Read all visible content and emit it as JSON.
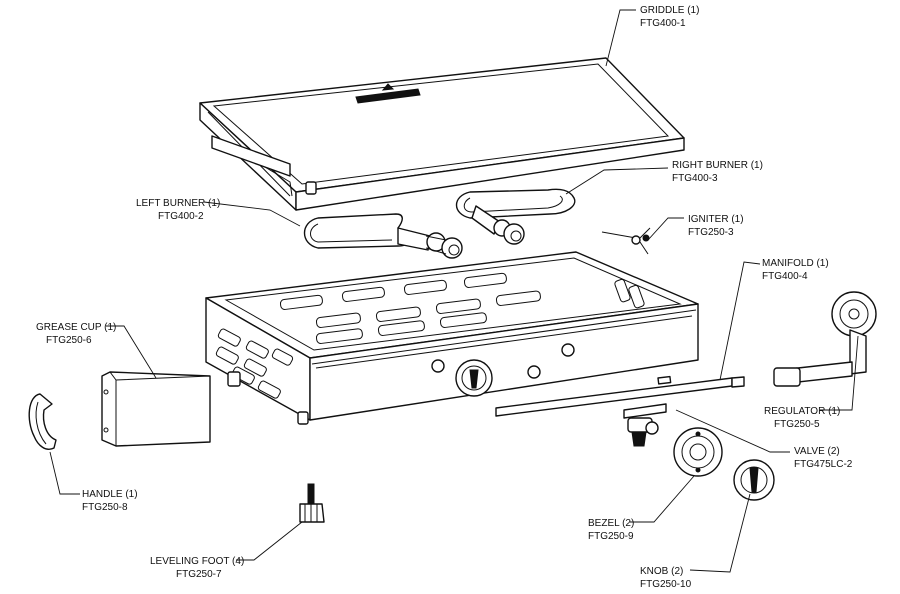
{
  "parts": [
    {
      "name": "GRIDDLE (1)",
      "code": "FTG400-1"
    },
    {
      "name": "RIGHT BURNER (1)",
      "code": "FTG400-3"
    },
    {
      "name": "LEFT BURNER (1)",
      "code": "FTG400-2"
    },
    {
      "name": "IGNITER (1)",
      "code": "FTG250-3"
    },
    {
      "name": "MANIFOLD (1)",
      "code": "FTG400-4"
    },
    {
      "name": "GREASE CUP (1)",
      "code": "FTG250-6"
    },
    {
      "name": "REGULATOR (1)",
      "code": "FTG250-5"
    },
    {
      "name": "VALVE (2)",
      "code": "FTG475LC-2"
    },
    {
      "name": "HANDLE (1)",
      "code": "FTG250-8"
    },
    {
      "name": "BEZEL (2)",
      "code": "FTG250-9"
    },
    {
      "name": "KNOB (2)",
      "code": "FTG250-10"
    },
    {
      "name": "LEVELING FOOT (4)",
      "code": "FTG250-7"
    }
  ],
  "icons": {
    "griddle_logo": "camp-chef-logo-icon"
  }
}
